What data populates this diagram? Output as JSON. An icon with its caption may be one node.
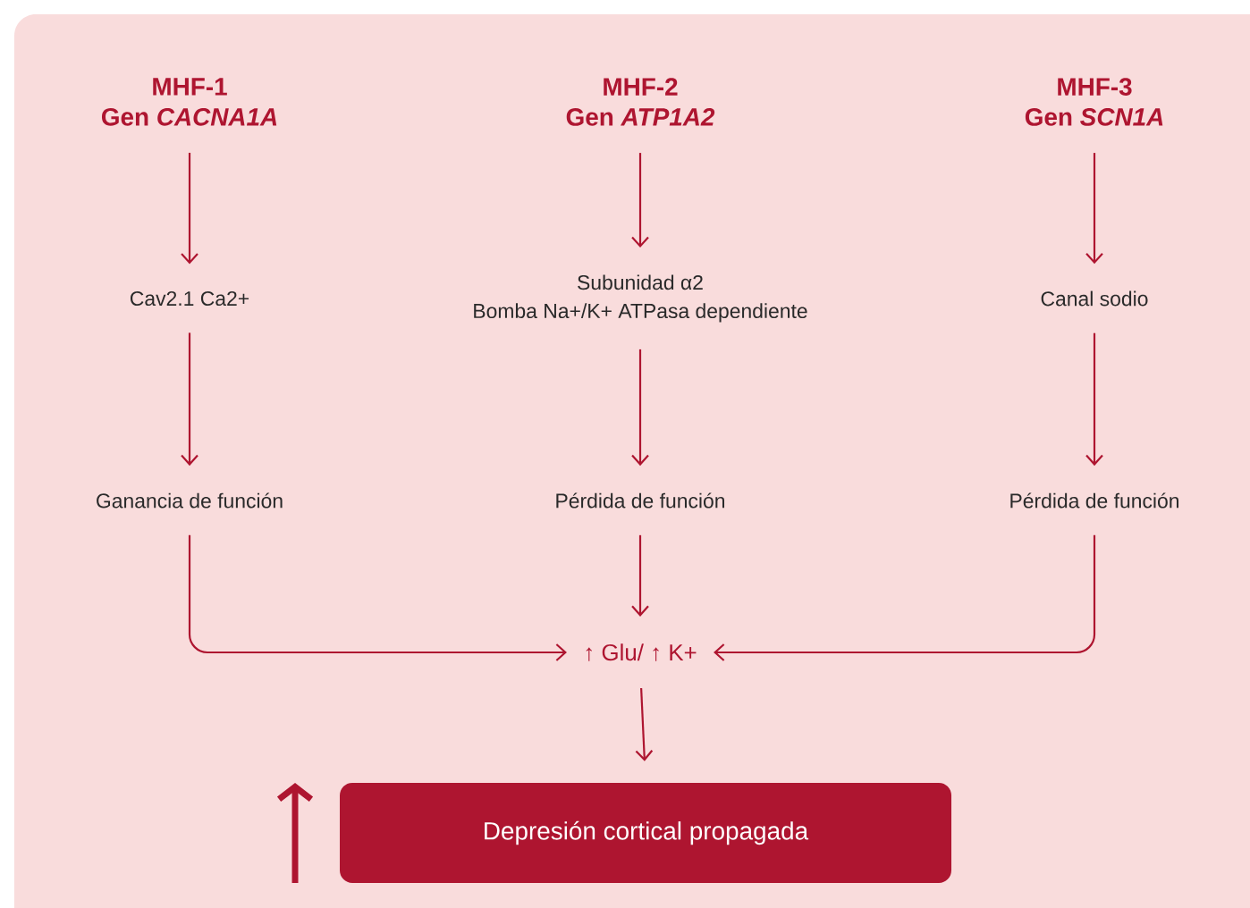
{
  "diagram": {
    "nodes": [
      {
        "text": [
          "MHF-1",
          "Gen *CACNA1A*"
        ]
      },
      {
        "text": [
          "MHF-2",
          "Gen *ATP1A2*"
        ]
      },
      {
        "text": [
          "MHF-3",
          "Gen *SCN1A*"
        ]
      },
      {
        "text": [
          "Cav2.1 Ca2+"
        ]
      },
      {
        "text": [
          "Subunidad α2",
          "Bomba Na+/K+ ATPasa dependiente"
        ]
      },
      {
        "text": [
          "Canal sodio"
        ]
      },
      {
        "text": [
          "Ganancia de función"
        ]
      },
      {
        "text": [
          "Pérdida de función"
        ]
      },
      {
        "text": [
          "Pérdida de función"
        ]
      },
      {
        "text": [
          "↑ Glu/ ↑ K+"
        ]
      },
      {
        "text": [
          "Depresión cortical propagada"
        ]
      }
    ],
    "edges": [
      {
        "from": 0,
        "to": 3,
        "arrow": "to"
      },
      {
        "from": 1,
        "to": 4,
        "arrow": "to"
      },
      {
        "from": 2,
        "to": 5,
        "arrow": "to"
      },
      {
        "from": 3,
        "to": 6,
        "arrow": "to"
      },
      {
        "from": 4,
        "to": 7,
        "arrow": "to"
      },
      {
        "from": 5,
        "to": 8,
        "arrow": "to"
      },
      {
        "from": 6,
        "to": 9,
        "arrow": "to"
      },
      {
        "from": 7,
        "to": 9,
        "arrow": "to"
      },
      {
        "from": 8,
        "to": 9,
        "arrow": "to"
      },
      {
        "from": 9,
        "to": 10,
        "arrow": "to"
      }
    ]
  }
}
